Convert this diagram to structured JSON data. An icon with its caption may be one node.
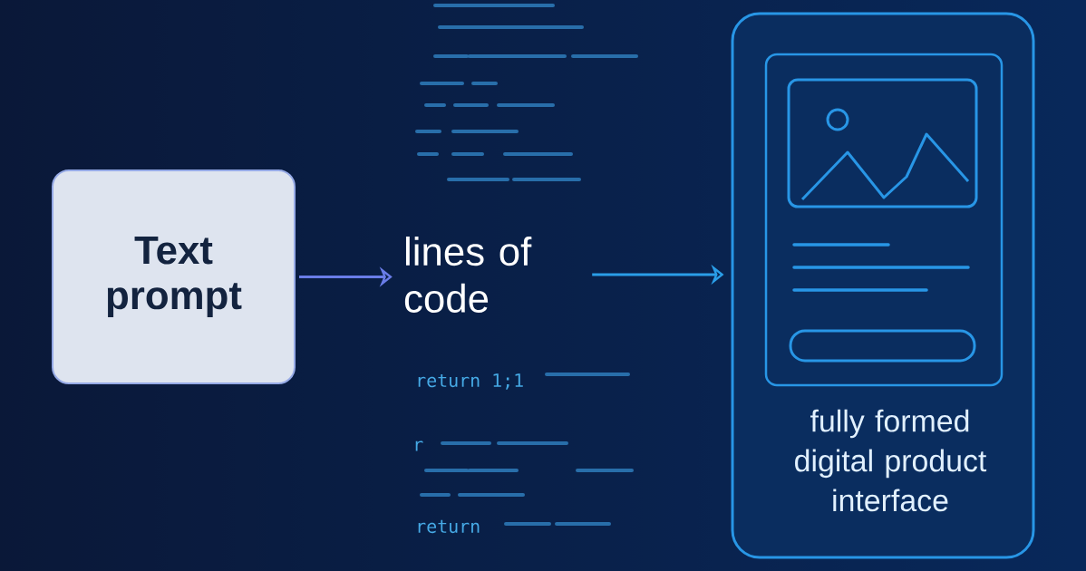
{
  "diagram": {
    "nodes": [
      {
        "text": [
          "Text prompt"
        ]
      },
      {
        "text": [
          "lines of code"
        ]
      },
      {
        "text": [
          "fully formed digital product interface"
        ]
      }
    ],
    "edges": [
      {
        "from": 0,
        "to": 1,
        "arrow": "to",
        "color": "#6a7de8"
      },
      {
        "from": 1,
        "to": 2,
        "arrow": "to"
      }
    ],
    "labels": [
      "return 1;1",
      "r",
      "return"
    ]
  }
}
